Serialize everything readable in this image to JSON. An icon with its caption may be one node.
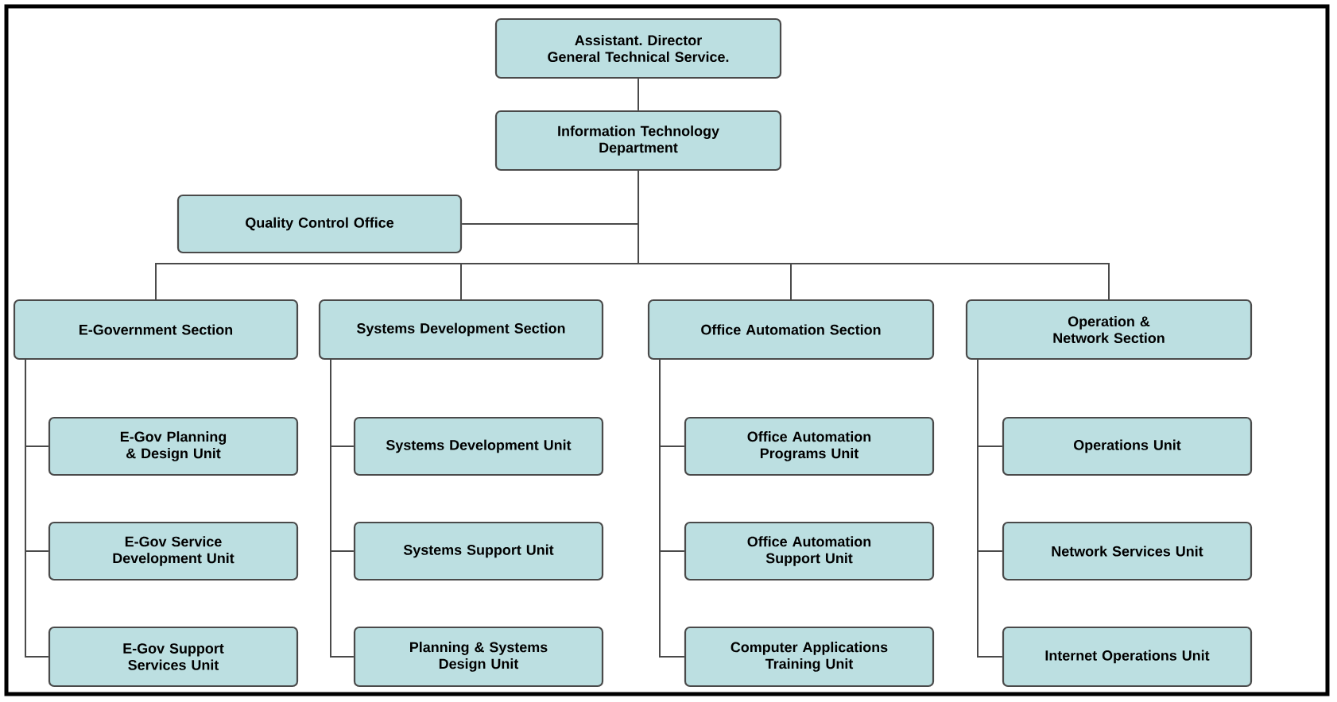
{
  "diagram": {
    "nodes": [
      {
        "text": [
          "Assistant. Director General Technical Service."
        ]
      },
      {
        "text": [
          "Information Technology Department"
        ]
      },
      {
        "text": [
          "Quality Control Office"
        ]
      },
      {
        "text": [
          "E-Government Section"
        ]
      },
      {
        "text": [
          "Systems Development Section"
        ]
      },
      {
        "text": [
          "Office Automation Section"
        ]
      },
      {
        "text": [
          "Operation & Network Section"
        ]
      },
      {
        "text": [
          "E-Gov Planning & Design Unit"
        ]
      },
      {
        "text": [
          "E-Gov Service Development Unit"
        ]
      },
      {
        "text": [
          "E-Gov Support Services Unit"
        ]
      },
      {
        "text": [
          "Systems Development Unit"
        ]
      },
      {
        "text": [
          "Systems Support Unit"
        ]
      },
      {
        "text": [
          "Planning & Systems Design Unit"
        ]
      },
      {
        "text": [
          "Office Automation Programs Unit"
        ]
      },
      {
        "text": [
          "Office Automation Support Unit"
        ]
      },
      {
        "text": [
          "Computer Applications Training Unit"
        ]
      },
      {
        "text": [
          "Operations Unit"
        ]
      },
      {
        "text": [
          "Network Services Unit"
        ]
      },
      {
        "text": [
          "Internet Operations Unit"
        ]
      }
    ],
    "edges": [
      {
        "from": 0,
        "to": 1,
        "arrow": "none"
      },
      {
        "from": 1,
        "to": 2,
        "arrow": "none"
      },
      {
        "from": 1,
        "to": 3,
        "arrow": "none"
      },
      {
        "from": 1,
        "to": 4,
        "arrow": "none"
      },
      {
        "from": 1,
        "to": 5,
        "arrow": "none"
      },
      {
        "from": 1,
        "to": 6,
        "arrow": "none"
      },
      {
        "from": 3,
        "to": 7,
        "arrow": "none"
      },
      {
        "from": 3,
        "to": 8,
        "arrow": "none"
      },
      {
        "from": 3,
        "to": 9,
        "arrow": "none"
      },
      {
        "from": 4,
        "to": 10,
        "arrow": "none"
      },
      {
        "from": 4,
        "to": 11,
        "arrow": "none"
      },
      {
        "from": 4,
        "to": 12,
        "arrow": "none"
      },
      {
        "from": 5,
        "to": 13,
        "arrow": "none"
      },
      {
        "from": 5,
        "to": 14,
        "arrow": "none"
      },
      {
        "from": 5,
        "to": 15,
        "arrow": "none"
      },
      {
        "from": 6,
        "to": 16,
        "arrow": "none"
      },
      {
        "from": 6,
        "to": 17,
        "arrow": "none"
      },
      {
        "from": 6,
        "to": 18,
        "arrow": "none"
      }
    ]
  }
}
